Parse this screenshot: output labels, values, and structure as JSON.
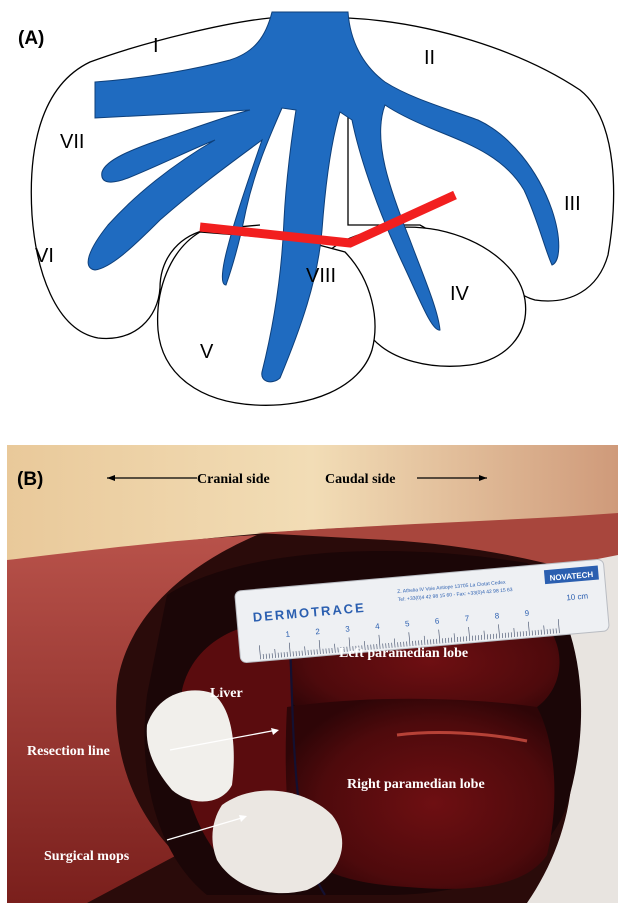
{
  "panel_a": {
    "label": "(A)",
    "lobes": [
      "I",
      "II",
      "III",
      "IV",
      "V",
      "VI",
      "VII",
      "VIII"
    ],
    "colors": {
      "vessel": "#1f6bc0",
      "resection_line": "#f21f1f",
      "outline": "#000000"
    }
  },
  "panel_b": {
    "label": "(B)",
    "cranial_side": "Cranial side",
    "caudal_side": "Caudal side",
    "ruler_brand": "DERMOTRACE",
    "ruler_maker": "NOVATECH",
    "ruler_address_1": "Z. Athelia IV Voie Antiope 13705 La Ciotat Cedex",
    "ruler_address_2": "Tel: +33(0)4 42 98 15 60 - Fax: +33(0)4 42 98 15 63",
    "ruler_unit": "10 cm",
    "ruler_ticks": [
      "1",
      "2",
      "3",
      "4",
      "5",
      "6",
      "7",
      "8",
      "9"
    ],
    "left_paramedian_lobe": "Left paramedian lobe",
    "liver": "Liver",
    "resection_line": "Resection line",
    "right_paramedian_lobe": "Right paramedian lobe",
    "surgical_mops": "Surgical mops"
  }
}
